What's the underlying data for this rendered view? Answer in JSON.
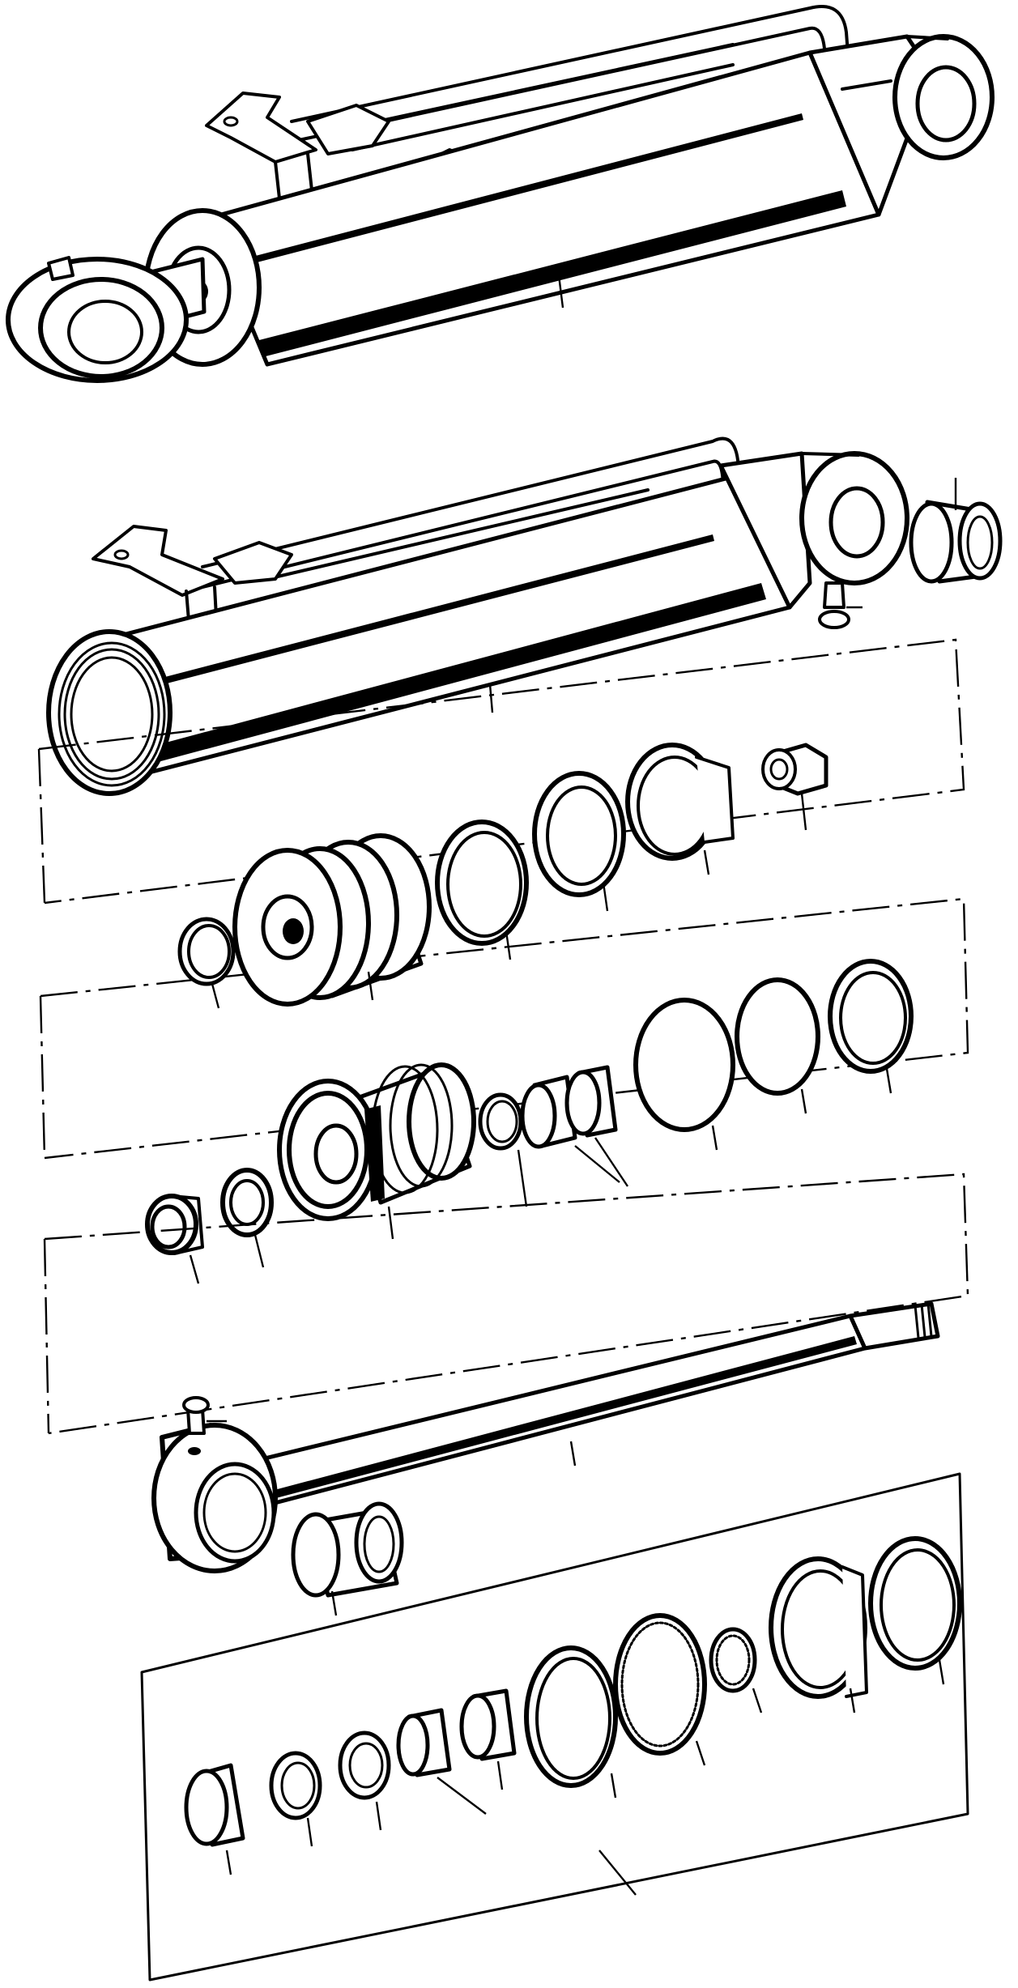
{
  "diagram": {
    "type": "exploded-parts-drawing",
    "subject": "hydraulic-cylinder",
    "line_color": "#000000",
    "background": "#ffffff",
    "assemblies": [
      {
        "id": "assembled-cylinder",
        "icon": "cylinder-assembly"
      },
      {
        "id": "cylinder-barrel",
        "icon": "barrel-with-tube"
      },
      {
        "id": "piston-group",
        "icon": "piston-with-seals"
      },
      {
        "id": "gland-group",
        "icon": "gland-with-seals"
      },
      {
        "id": "piston-rod",
        "icon": "rod-with-eye"
      },
      {
        "id": "seal-kit",
        "icon": "seal-kit-box"
      }
    ]
  }
}
